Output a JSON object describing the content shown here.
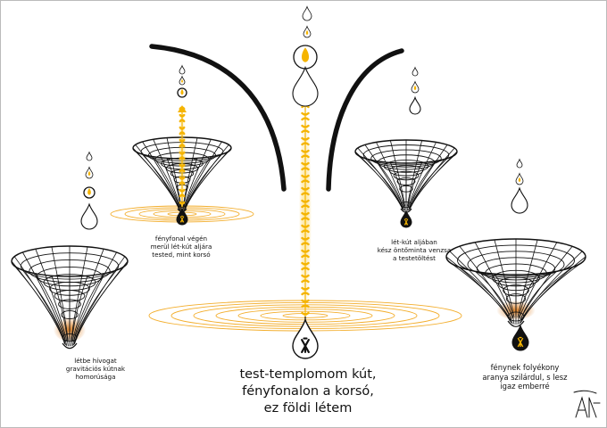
{
  "captions": {
    "left_lower": [
      "létbe hívogat",
      "gravitációs kútnak",
      "homorúsága"
    ],
    "left_upper": [
      "fényfonal végén",
      "merül lét-kút aljára",
      "tested, mint korsó"
    ],
    "right_upper": [
      "lét-kút aljában",
      "kész öntőminta venzsa",
      "a testetöltést"
    ],
    "right_lower": [
      "fénynek folyékony",
      "aranya szilárdul, s lesz",
      "igaz emberré"
    ],
    "center": [
      "test-templomom kút,",
      "fényfonalon a korsó,",
      "ez földi létem"
    ]
  },
  "colors": {
    "background": "#ffffff",
    "ink": "#111111",
    "flame": "#f5b400",
    "glow": "#ffdd55",
    "ember": "#d9791a",
    "ripple": "#f2a516"
  },
  "icons": {
    "drop_glyph": "stick-figure-glyph",
    "signature": "artist-signature-mark"
  }
}
